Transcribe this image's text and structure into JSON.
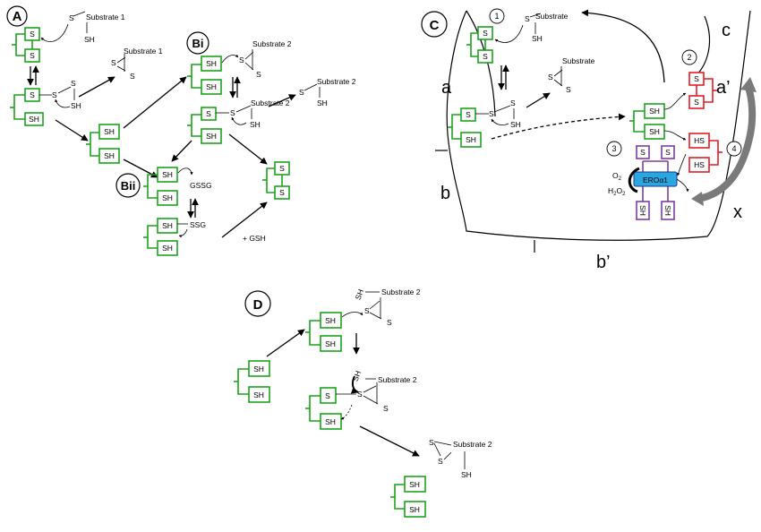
{
  "panels": {
    "A": {
      "label": "A",
      "top_substrate_s": "S",
      "top_substrate_name": "Substrate 1",
      "top_substrate_sh": "SH",
      "enzyme_top": [
        "S",
        "S"
      ],
      "oxidized_substrate_s1": "S",
      "oxidized_substrate_s2": "S",
      "oxidized_substrate_name": "Substrate 1",
      "mixed_enzyme": [
        "S",
        "SH"
      ],
      "mixed_substrate_s_left": "S",
      "mixed_substrate_s_top": "S",
      "mixed_substrate_sh": "SH",
      "reduced_enzyme": [
        "SH",
        "SH"
      ]
    },
    "Bi": {
      "label": "Bi",
      "enzyme_top": [
        "SH",
        "SH"
      ],
      "substrate_s1": "S",
      "substrate_s2": "S",
      "substrate_name": "Substrate 2",
      "mixed_enzyme": [
        "S",
        "SH"
      ],
      "mixed_substrate_s": "S",
      "mixed_substrate_name": "Substrate 2",
      "mixed_substrate_sh": "SH",
      "product_s": "S",
      "product_name": "Substrate 2",
      "product_sh": "SH",
      "oxidized_enzyme": [
        "S",
        "S"
      ]
    },
    "Bii": {
      "label": "Bii",
      "enzyme_gssg": [
        "SH",
        "SH"
      ],
      "gssg_label": "GSSG",
      "enzyme_ssg": [
        "SH",
        "SH"
      ],
      "ssg_label": "SSG",
      "gsh_label": "+ GSH"
    },
    "C": {
      "label": "C",
      "step_1": "1",
      "step_2": "2",
      "step_3": "3",
      "step_4": "4",
      "enzyme_top": [
        "S",
        "S"
      ],
      "top_substrate_s": "S",
      "top_substrate_name": "Substrate",
      "top_substrate_sh": "SH",
      "oxidized_substrate_s1": "S",
      "oxidized_substrate_s2": "S",
      "oxidized_substrate_name": "Substrate",
      "mixed_enzyme": [
        "S",
        "SH"
      ],
      "mixed_substrate_s_left": "S",
      "mixed_substrate_s_top": "S",
      "mixed_substrate_sh": "SH",
      "right_green_enzyme": [
        "SH",
        "SH"
      ],
      "red_top_enzyme": [
        "S",
        "S"
      ],
      "red_bottom_enzyme": [
        "HS",
        "HS"
      ],
      "ero_label": "EROα1",
      "ero_top": [
        "S",
        "S"
      ],
      "ero_bottom": [
        "SH",
        "SH"
      ],
      "o2_label": "O",
      "o2_sub": "2",
      "h2o2_h": "H",
      "h2o2_sub1": "2",
      "h2o2_o": "O",
      "h2o2_sub2": "2",
      "region_a": "a",
      "region_a_prime": "a’",
      "region_b": "b",
      "region_b_prime": "b’",
      "region_c": "c",
      "region_x": "x"
    },
    "D": {
      "label": "D",
      "reduced_enzyme": [
        "SH",
        "SH"
      ],
      "enzyme_2": [
        "SH",
        "SH"
      ],
      "sub1_sh": "SH",
      "sub1_name": "Substrate 2",
      "sub1_s1": "S",
      "sub1_s2": "S",
      "enzyme_3": [
        "S",
        "SH"
      ],
      "sub2_sh": "SH",
      "sub2_name": "Substrate 2",
      "sub2_s1": "S",
      "sub2_s2": "S",
      "product_s1": "S",
      "product_s2": "S",
      "product_name": "Substrate 2",
      "product_sh": "SH",
      "final_enzyme": [
        "SH",
        "SH"
      ]
    }
  },
  "colors": {
    "pdi": "#1aa31a",
    "red_partner": "#e51c23",
    "ero_border": "#7b3fa0",
    "ero_fill": "#2aa6e0",
    "gray_arrow": "#7a7a7a"
  }
}
